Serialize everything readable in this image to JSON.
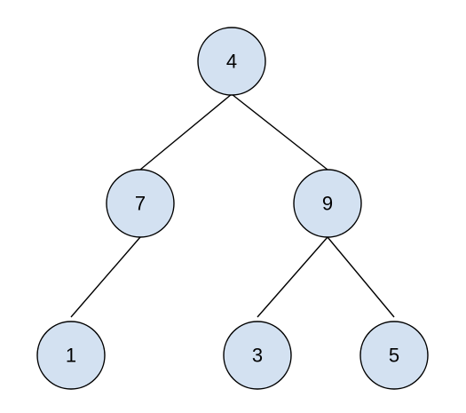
{
  "tree": {
    "nodes": [
      {
        "id": "n4",
        "label": "4"
      },
      {
        "id": "n7",
        "label": "7"
      },
      {
        "id": "n9",
        "label": "9"
      },
      {
        "id": "n1",
        "label": "1"
      },
      {
        "id": "n3",
        "label": "3"
      },
      {
        "id": "n5",
        "label": "5"
      }
    ],
    "edges": [
      {
        "from": "n4",
        "to": "n7"
      },
      {
        "from": "n4",
        "to": "n9"
      },
      {
        "from": "n7",
        "to": "n1"
      },
      {
        "from": "n9",
        "to": "n3"
      },
      {
        "from": "n9",
        "to": "n5"
      }
    ]
  },
  "colors": {
    "node_fill": "#d3e1f1",
    "node_stroke": "#000000",
    "edge": "#000000",
    "background": "#ffffff"
  }
}
